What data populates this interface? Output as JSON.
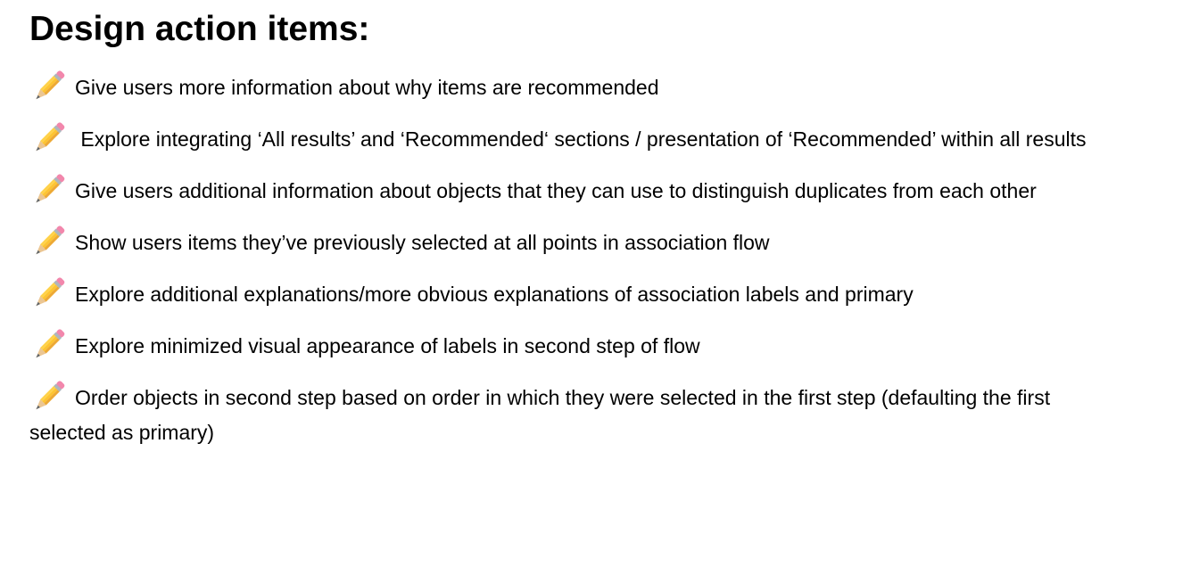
{
  "document": {
    "title": "Design action items:",
    "bullet_icon": "pencil-icon",
    "items": [
      {
        "text": "Give users more information about why items are recommended"
      },
      {
        "text": " Explore integrating ‘All results’ and ‘Recommended‘ sections / presentation of ‘Recommended’ within all results"
      },
      {
        "text": "Give users additional information about objects that they can use to distinguish duplicates from each other"
      },
      {
        "text": "Show users items they’ve previously selected at all points in association flow"
      },
      {
        "text": "Explore additional explanations/more obvious explanations of association labels and primary"
      },
      {
        "text": "Explore minimized visual appearance of labels in second step of flow"
      },
      {
        "text": "Order objects in second step based on order in which they were selected in the first step (defaulting the first selected as primary)"
      }
    ],
    "colors": {
      "background": "#ffffff",
      "text": "#000000",
      "pencil_body_light": "#ffd24a",
      "pencil_body_mid": "#fdc431",
      "pencil_body_dark": "#eda934",
      "pencil_eraser": "#f287ac",
      "pencil_ferrule": "#aeb6bd",
      "pencil_wood": "#ebc693",
      "pencil_lead": "#5d646b"
    }
  }
}
